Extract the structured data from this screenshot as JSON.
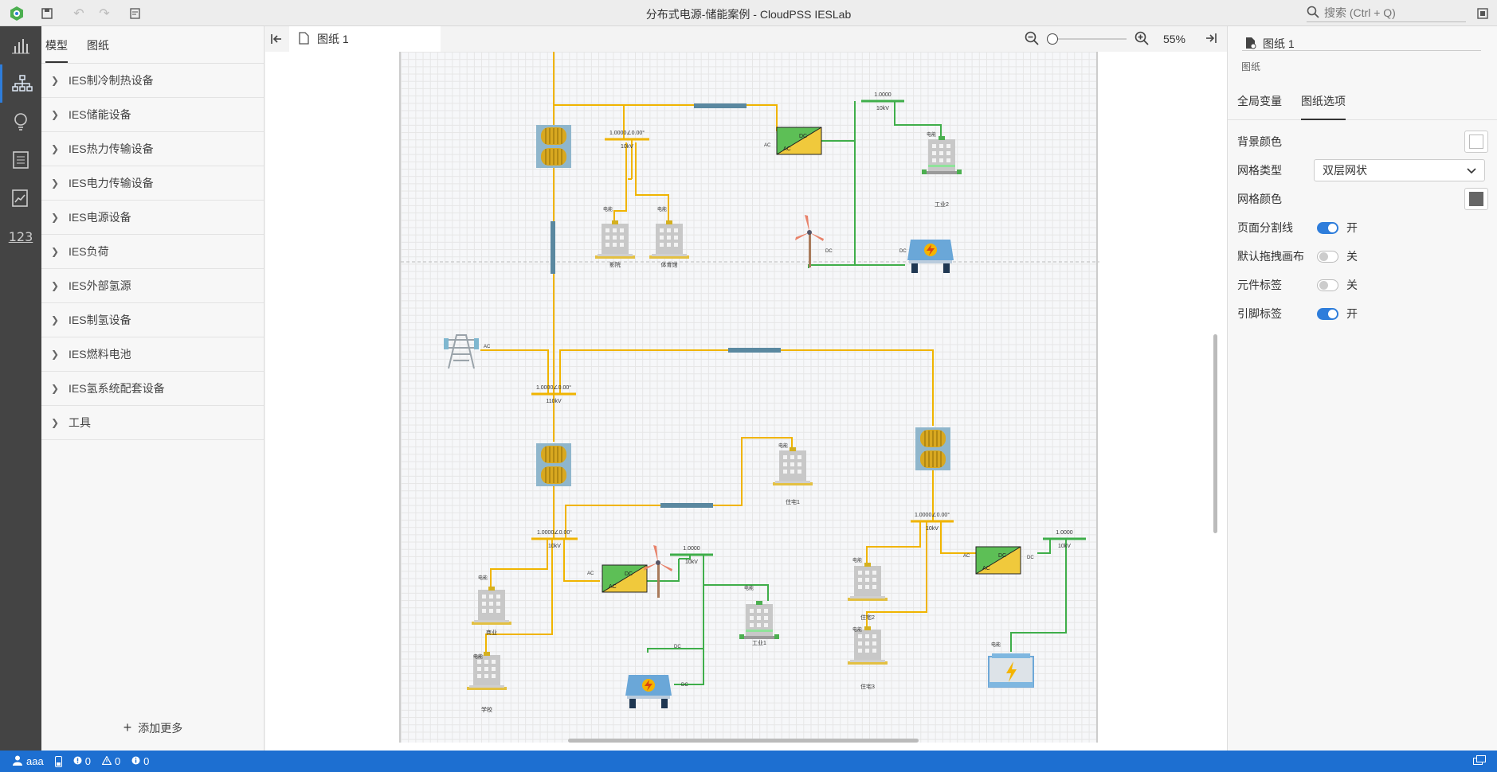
{
  "titlebar": {
    "title": "分布式电源-储能案例 - CloudPSS IESLab",
    "search_placeholder": "搜索 (Ctrl + Q)"
  },
  "left_panel": {
    "tabs": [
      "模型",
      "图纸"
    ],
    "categories": [
      "IES制冷制热设备",
      "IES储能设备",
      "IES热力传输设备",
      "IES电力传输设备",
      "IES电源设备",
      "IES负荷",
      "IES外部氢源",
      "IES制氢设备",
      "IES燃料电池",
      "IES氢系统配套设备",
      "工具"
    ],
    "add_more": "添加更多"
  },
  "editor": {
    "tab_label": "图纸 1",
    "zoom": "55%"
  },
  "diagram": {
    "bus_labels": {
      "top_left": "1.0000∠0.00°",
      "top_left_kv": "10kV",
      "top_right": "1.0000",
      "top_right_kv": "10kV",
      "main": "1.0000∠0.00°",
      "main_kv": "110kV",
      "bottom_left": "1.0000∠0.00°",
      "bottom_left_kv": "10kV",
      "bottom_mid": "1.0000",
      "bottom_mid_kv": "10kV",
      "bottom_right": "1.0000∠0.00°",
      "bottom_right_kv": "10kV",
      "far_right": "1.0000",
      "far_right_kv": "10kV"
    },
    "loads": {
      "l1": "影院",
      "l2": "体育馆",
      "l3": "工业2",
      "l4": "住宅1",
      "l5": "商业",
      "l6": "学校",
      "l7": "工业1",
      "l8": "住宅2",
      "l9": "住宅3"
    },
    "pin_ac": "AC",
    "pin_dc": "DC",
    "pin_elec": "电能"
  },
  "right_panel": {
    "title": "图纸 1",
    "subtitle": "图纸",
    "tabs": [
      "全局变量",
      "图纸选项"
    ],
    "props": {
      "bg_color": "背景颜色",
      "grid_type": "网格类型",
      "grid_type_value": "双层网状",
      "grid_color": "网格颜色",
      "page_split": "页面分割线",
      "page_split_state": "开",
      "default_drag": "默认拖拽画布",
      "default_drag_state": "关",
      "comp_label": "元件标签",
      "comp_label_state": "关",
      "pin_label": "引脚标签",
      "pin_label_state": "开"
    }
  },
  "statusbar": {
    "user": "aaa",
    "errors": "0",
    "warnings": "0",
    "infos": "0"
  }
}
